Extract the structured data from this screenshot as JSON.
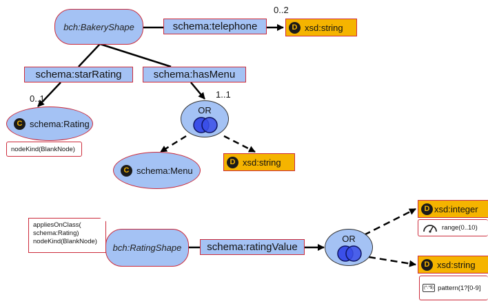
{
  "bakery": {
    "shape_label": "bch:BakeryShape",
    "telephone": {
      "property": "schema:telephone",
      "cardinality": "0..2",
      "datatype": "xsd:string",
      "badge": "D"
    },
    "star_rating": {
      "property": "schema:starRating",
      "cardinality": "0..1",
      "class": "schema:Rating",
      "badge": "C",
      "constraint": "nodeKind(BlankNode)"
    },
    "has_menu": {
      "property": "schema:hasMenu",
      "cardinality": "1..1",
      "or_label": "OR",
      "class_option": {
        "label": "schema:Menu",
        "badge": "C"
      },
      "datatype_option": {
        "label": "xsd:string",
        "badge": "D"
      }
    }
  },
  "rating": {
    "shape_label": "bch:RatingShape",
    "note_lines": [
      "appliesOnClass(",
      "schema:Rating)",
      "nodeKind(BlankNode)"
    ],
    "rating_value": {
      "property": "schema:ratingValue",
      "or_label": "OR",
      "integer_option": {
        "label": "xsd:integer",
        "badge": "D",
        "constraint": "range(0..10)",
        "constraint_icon": "gauge-icon"
      },
      "string_option": {
        "label": "xsd:string",
        "badge": "D",
        "constraint": "pattern(1?[0-9]",
        "constraint_icon": "regex-icon",
        "constraint_icon_text": "(^.*$)"
      }
    }
  },
  "colors": {
    "node_fill": "#a4c2f4",
    "datatype_fill": "#f5b400",
    "border": "#cc2a3a"
  }
}
